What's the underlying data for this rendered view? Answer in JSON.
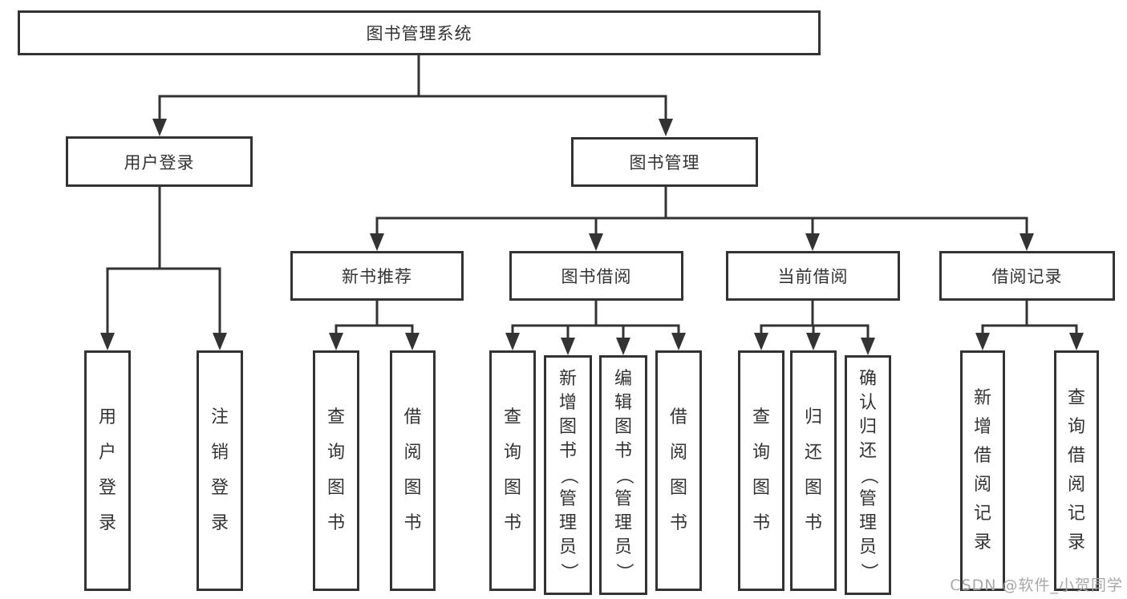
{
  "colors": {
    "line": "#333333",
    "box_border": "#333333",
    "text": "#333333",
    "watermark": "#a8a8a8",
    "background": "#ffffff"
  },
  "nodes": {
    "root": "图书管理系统",
    "user_login": "用户登录",
    "book_management": "图书管理",
    "new_book_recommend": "新书推荐",
    "book_borrowing": "图书借阅",
    "current_borrowing": "当前借阅",
    "borrowing_records": "借阅记录"
  },
  "leaves": {
    "login": [
      "用户登录",
      "注销登录"
    ],
    "new_book": [
      "查询图书",
      "借阅图书"
    ],
    "borrowing": [
      "查询图书",
      "新增图书（管理员）",
      "编辑图书（管理员）",
      "借阅图书"
    ],
    "current": [
      "查询图书",
      "归还图书",
      "确认归还（管理员）"
    ],
    "records": [
      "新增借阅记录",
      "查询借阅记录"
    ]
  },
  "watermark": "CSDN @软件_小贺同学"
}
